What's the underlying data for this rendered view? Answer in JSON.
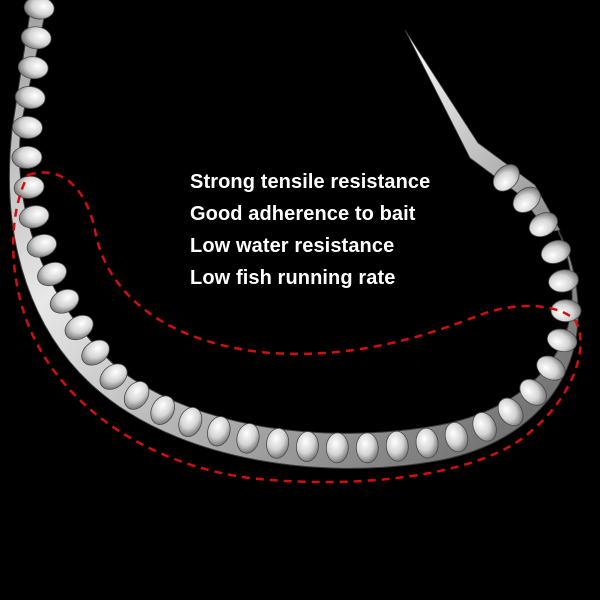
{
  "product": {
    "name": "fish-hook",
    "features": [
      "Strong tensile resistance",
      "Good adherence to bait",
      "Low water resistance",
      "Low fish running rate"
    ]
  },
  "colors": {
    "background": "#000000",
    "text": "#ffffff",
    "highlight_outline": "#d01010",
    "metal_light": "#f2f2f2",
    "metal_dark": "#6a6a6a"
  }
}
